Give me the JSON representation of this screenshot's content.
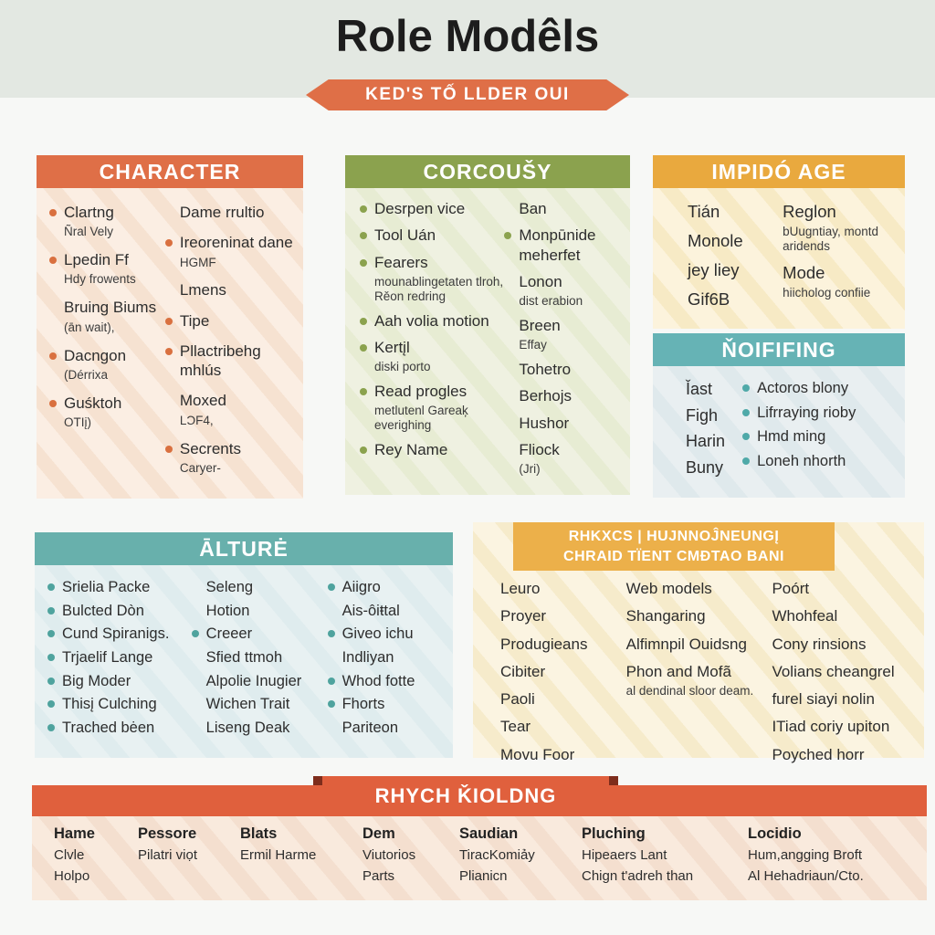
{
  "page": {
    "title": "Role Modêls",
    "subtitle_banner": "KED'S TỐ LLDER OUI"
  },
  "colors": {
    "orange": "#df6f47",
    "olive": "#8ba24e",
    "amber": "#e9a93e",
    "teal": "#66b3b5",
    "red_orange": "#e0603d",
    "yellow_banner": "#ecb04a",
    "notch_dark": "#7e2d1c",
    "top_band": "#e3e8e2",
    "title_text": "#1d1d1d"
  },
  "sections": {
    "character": {
      "title": "CHARACTER",
      "columns": [
        {
          "items": [
            {
              "bullet": true,
              "text": "Clartng",
              "sub": "Ñral Vely"
            },
            {
              "bullet": true,
              "text": "Lpedin Ff",
              "sub": "Hdy frowents"
            },
            {
              "bullet": false,
              "text": "Bruing Biums",
              "sub": "(ān wait),"
            },
            {
              "bullet": true,
              "text": "Dacngon",
              "sub": "(Dérrixa"
            },
            {
              "bullet": true,
              "text": "Guśktoh",
              "sub": "OTIį)"
            }
          ]
        },
        {
          "items": [
            {
              "bullet": false,
              "text": "Dame rrultio"
            },
            {
              "bullet": true,
              "text": "Ireoreninat dane",
              "sub": "HGMF"
            },
            {
              "bullet": false,
              "text": "Lmens"
            },
            {
              "bullet": true,
              "text": "Tipe"
            },
            {
              "bullet": true,
              "text": "Pllactribehg mhlús"
            },
            {
              "bullet": false,
              "text": "Moxed",
              "sub": "LƆF4,"
            },
            {
              "bullet": true,
              "text": "Secrents",
              "sub": "Caryer-"
            }
          ]
        }
      ]
    },
    "corcousy": {
      "title": "CORCOUŠY",
      "columns": [
        {
          "items": [
            {
              "bullet": true,
              "text": "Desrpen vice"
            },
            {
              "bullet": true,
              "text": "Tool Uán"
            },
            {
              "bullet": true,
              "text": "Fearers",
              "sub": "mounablingetaten tlroh, Rěon redring"
            },
            {
              "bullet": true,
              "text": "Aah volia motion"
            },
            {
              "bullet": true,
              "text": "Kertįl",
              "sub": "diski porto"
            },
            {
              "bullet": true,
              "text": "Read progles",
              "sub": "metlutenl Gareaķ everighing"
            },
            {
              "bullet": true,
              "text": "Rey Name"
            }
          ]
        },
        {
          "items": [
            {
              "bullet": false,
              "text": "Ban"
            },
            {
              "bullet": true,
              "text": "Monpūnide meherfet"
            },
            {
              "bullet": false,
              "text": "Lonon",
              "sub": "dist erabion"
            },
            {
              "bullet": false,
              "text": "Breen",
              "sub": "Effay"
            },
            {
              "bullet": false,
              "text": "Tohetro"
            },
            {
              "bullet": false,
              "text": "Berhojs"
            },
            {
              "bullet": false,
              "text": "Hushor"
            },
            {
              "bullet": false,
              "text": "Fliock",
              "sub": "(Jri)"
            }
          ]
        }
      ]
    },
    "impido": {
      "title": "IMPIDÓ AGE",
      "columns": [
        {
          "items": [
            {
              "text": "Tián"
            },
            {
              "text": "Monole"
            },
            {
              "text": "jey liey"
            },
            {
              "text": "Gif6B"
            }
          ]
        },
        {
          "items": [
            {
              "text": "Reglon",
              "sub": "bUugntiay, montd aridends"
            },
            {
              "text": "Mode",
              "sub": "hiicholog confiie"
            }
          ]
        }
      ]
    },
    "noififing": {
      "title": "ŇOIFIFING",
      "columns": [
        {
          "items": [
            {
              "bullet": false,
              "text": "Ǐast"
            },
            {
              "bullet": false,
              "text": "Figh"
            },
            {
              "bullet": false,
              "text": "Harin"
            },
            {
              "bullet": false,
              "text": "Buny"
            }
          ]
        },
        {
          "items": [
            {
              "bullet": true,
              "text": "Actoros blony"
            },
            {
              "bullet": true,
              "text": "Lifrraying rioby"
            },
            {
              "bullet": true,
              "text": "Hmd ming"
            },
            {
              "bullet": true,
              "text": "Loneh nhorth"
            }
          ]
        }
      ]
    },
    "alture": {
      "title": "ĀLTURĖ",
      "columns": [
        {
          "items": [
            {
              "bullet": true,
              "text": "Srielia Packe"
            },
            {
              "bullet": true,
              "text": "Bulcted Dòn"
            },
            {
              "bullet": true,
              "text": "Cund Spiranigs."
            },
            {
              "bullet": true,
              "text": "Trjaelif Lange"
            },
            {
              "bullet": true,
              "text": "Big Moder"
            },
            {
              "bullet": true,
              "text": "Thisį Culching"
            },
            {
              "bullet": true,
              "text": "Trached bėen"
            }
          ]
        },
        {
          "items": [
            {
              "bullet": false,
              "text": "Seleng"
            },
            {
              "bullet": false,
              "text": "Hotion"
            },
            {
              "bullet": true,
              "text": "Creeer"
            },
            {
              "bullet": false,
              "text": "Sfied ttmoh"
            },
            {
              "bullet": false,
              "text": "Alpolie Inugier"
            },
            {
              "bullet": false,
              "text": "Wichen Trait"
            },
            {
              "bullet": false,
              "text": "Liseng Deak"
            }
          ]
        },
        {
          "items": [
            {
              "bullet": true,
              "text": "Aiigro"
            },
            {
              "bullet": false,
              "text": "Ais-ôiŧtal"
            },
            {
              "bullet": true,
              "text": "Giveo ichu"
            },
            {
              "bullet": false,
              "text": "Indliyan"
            },
            {
              "bullet": true,
              "text": "Whod fotte"
            },
            {
              "bullet": true,
              "text": "Fhorts"
            },
            {
              "bullet": false,
              "text": "Pariteon"
            }
          ]
        }
      ]
    },
    "rkxcs": {
      "title_line1": "RHKXCS | HUJNNOĴNEUNGĮ",
      "title_line2": "CHRAID TÏENT CMĐTAO BANI",
      "columns": [
        {
          "items": [
            {
              "text": "Leuro"
            },
            {
              "text": "Proyer"
            },
            {
              "text": "Produgieans"
            },
            {
              "text": "Cibiter"
            },
            {
              "text": "Paoli"
            },
            {
              "text": "Tear"
            },
            {
              "text": "Movu Foor"
            }
          ]
        },
        {
          "items": [
            {
              "text": "Web models"
            },
            {
              "text": "Shangaring"
            },
            {
              "text": "Alfimnpil Ouidsng"
            },
            {
              "text": "Phon and Mofã",
              "sub": "al dendinal sloor deam."
            }
          ]
        },
        {
          "items": [
            {
              "text": "Poórt"
            },
            {
              "text": "Whohfeal"
            },
            {
              "text": "Cony rinsions"
            },
            {
              "text": "Volians cheangrel"
            },
            {
              "text": "furel siayi nolin"
            },
            {
              "text": "ITiad coriy upiton"
            },
            {
              "text": "Poyched horr"
            }
          ]
        }
      ]
    },
    "rhych": {
      "title": "RHYCH ǨIOLDNG",
      "columns": [
        {
          "head": "Hame",
          "lines": [
            "Clvle",
            "Holpo"
          ]
        },
        {
          "head": "Pessore",
          "lines": [
            "Pilatri viọt"
          ]
        },
        {
          "head": "Blats",
          "lines": [
            "Ermil Harme"
          ]
        },
        {
          "head": "Dem",
          "lines": [
            "Viutorios",
            "Parts"
          ]
        },
        {
          "head": "Saudian",
          "lines": [
            "TiracKomiảy",
            "Plianicn"
          ]
        },
        {
          "head": "Pluching",
          "lines": [
            "Hipeaers Lant",
            "Chign t'adreh than"
          ]
        },
        {
          "head": "Locidio",
          "lines": [
            "Hum,angging Broft",
            "Al Hehadriaun/Cto."
          ]
        }
      ]
    }
  }
}
